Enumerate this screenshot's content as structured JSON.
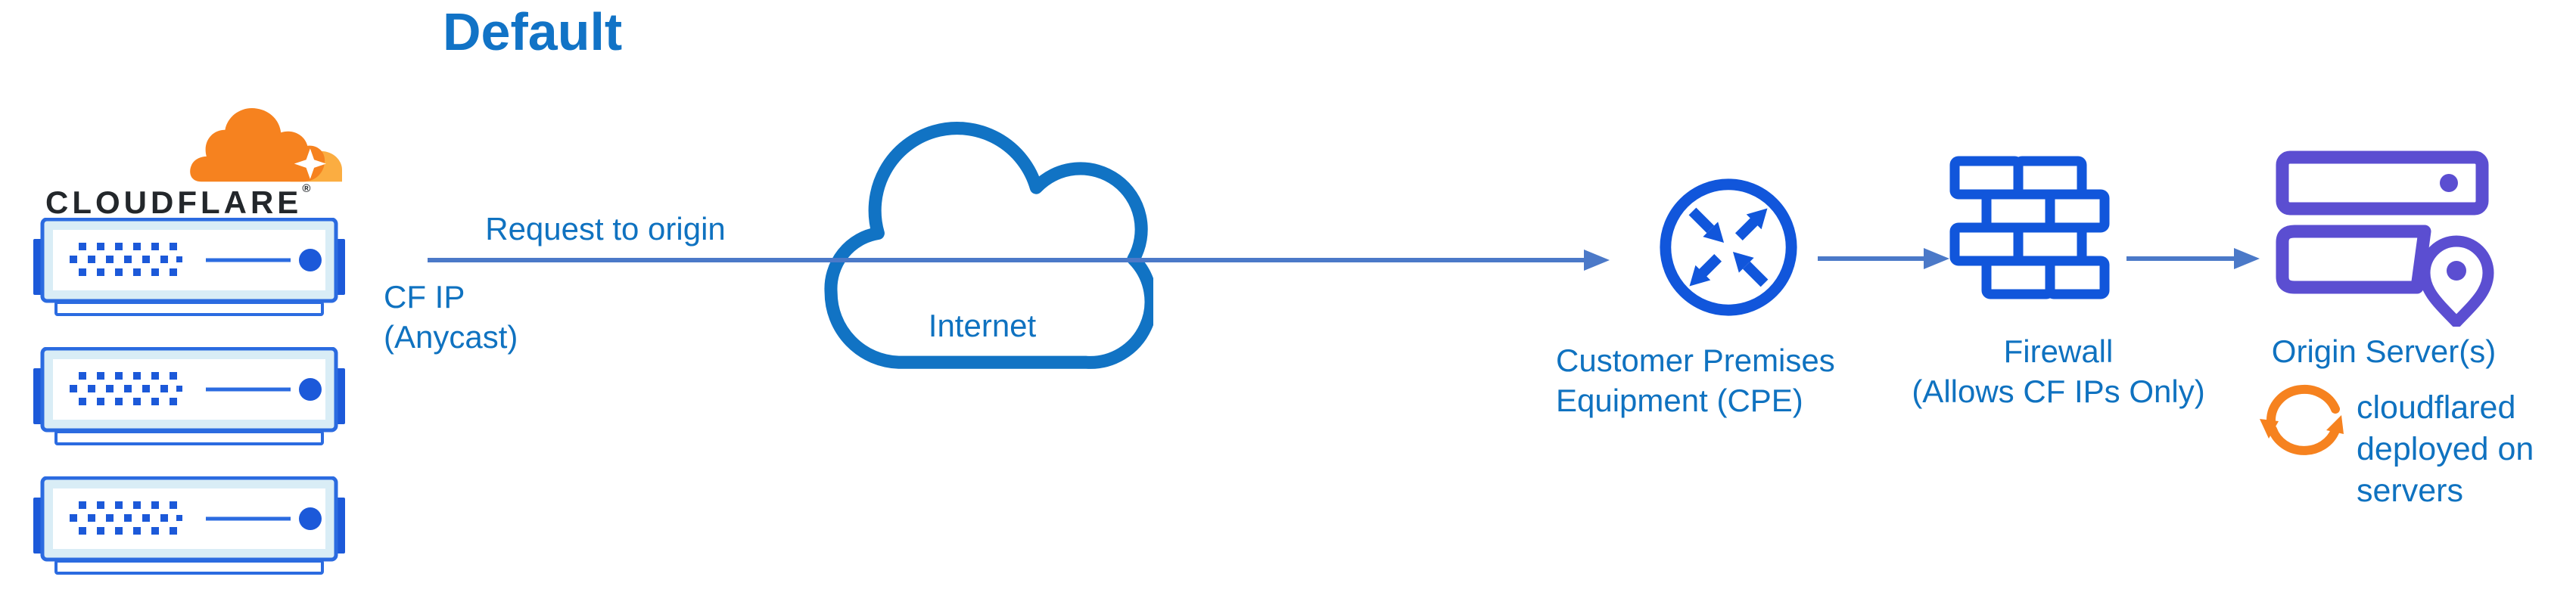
{
  "diagram": {
    "title": "Default",
    "cloudflare": {
      "wordmark": "CLOUDFLARE",
      "registered_mark": "®"
    },
    "request_edge": {
      "label": "Request to origin",
      "sublabel_line1": "CF IP",
      "sublabel_line2": "(Anycast)"
    },
    "internet": {
      "label": "Internet"
    },
    "cpe": {
      "label_line1": "Customer Premises",
      "label_line2": "Equipment (CPE)"
    },
    "firewall": {
      "label_line1": "Firewall",
      "label_line2": "(Allows CF IPs Only)"
    },
    "origin": {
      "label": "Origin Server(s)",
      "note_line1": "cloudflared",
      "note_line2": "deployed on",
      "note_line3": "servers"
    }
  },
  "colors": {
    "label_text_blue": "#0f72c0",
    "title_blue": "#1173c6",
    "connector_blue": "#4b79c8",
    "icon_royal_blue": "#1156db",
    "server_border_blue": "#2b6be0",
    "server_fill_light": "#d9edf6",
    "internet_cloud_stroke": "#1173c4",
    "origin_purple": "#5b4ed1",
    "brand_orange": "#f6821f",
    "brand_orange_light": "#fbad41",
    "wordmark_black": "#23272b"
  }
}
